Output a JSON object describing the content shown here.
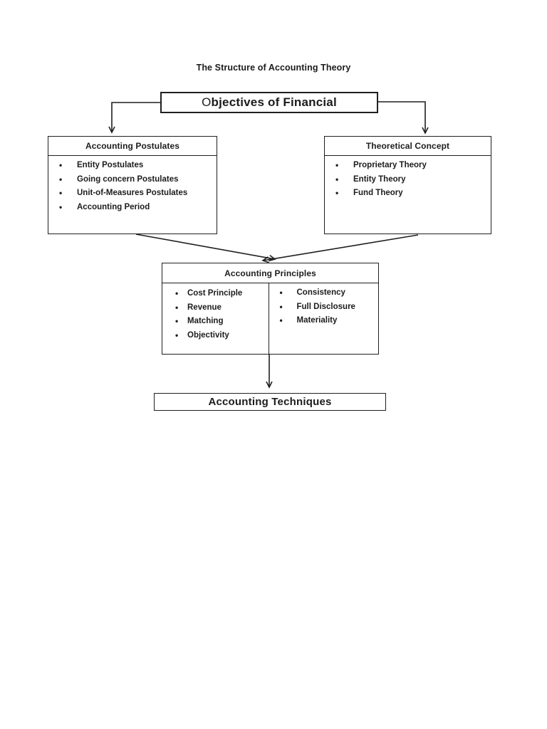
{
  "page": {
    "background_color": "#ffffff",
    "text_color": "#1c1c1c",
    "line_color": "#1f1f1f"
  },
  "diagram": {
    "title": "The Structure of Accounting Theory",
    "objectives": {
      "label": "Objectives of Financial"
    },
    "postulates": {
      "title": "Accounting Postulates",
      "items": [
        "Entity Postulates",
        "Going concern Postulates",
        "Unit-of-Measures Postulates",
        "Accounting Period"
      ]
    },
    "theoretical": {
      "title": "Theoretical Concept",
      "items": [
        "Proprietary Theory",
        "Entity Theory",
        "Fund Theory"
      ]
    },
    "principles": {
      "title": "Accounting Principles",
      "left_items": [
        "Cost Principle",
        "Revenue",
        "Matching",
        "Objectivity"
      ],
      "right_items": [
        "Consistency",
        "Full Disclosure",
        "Materiality"
      ]
    },
    "techniques": {
      "label": "Accounting Techniques"
    }
  }
}
